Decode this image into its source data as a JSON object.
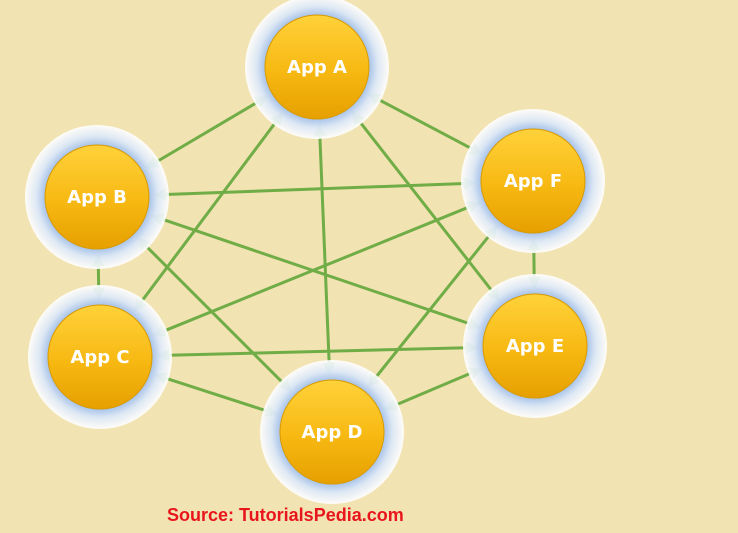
{
  "diagram": {
    "nodes": [
      {
        "id": "A",
        "label": "App A"
      },
      {
        "id": "B",
        "label": "App B"
      },
      {
        "id": "C",
        "label": "App C"
      },
      {
        "id": "D",
        "label": "App D"
      },
      {
        "id": "E",
        "label": "App E"
      },
      {
        "id": "F",
        "label": "App F"
      }
    ],
    "edges": [
      {
        "from": "A",
        "to": "B",
        "direction": "both"
      },
      {
        "from": "A",
        "to": "F",
        "direction": "both"
      },
      {
        "from": "A",
        "to": "C",
        "direction": "both"
      },
      {
        "from": "A",
        "to": "D",
        "direction": "both"
      },
      {
        "from": "A",
        "to": "E",
        "direction": "both"
      },
      {
        "from": "B",
        "to": "F",
        "direction": "both"
      },
      {
        "from": "B",
        "to": "C",
        "direction": "both"
      },
      {
        "from": "B",
        "to": "E",
        "direction": "both"
      },
      {
        "from": "B",
        "to": "D",
        "direction": "both"
      },
      {
        "from": "C",
        "to": "F",
        "direction": "both"
      },
      {
        "from": "C",
        "to": "E",
        "direction": "both"
      },
      {
        "from": "C",
        "to": "D",
        "direction": "both"
      },
      {
        "from": "D",
        "to": "F",
        "direction": "both"
      },
      {
        "from": "D",
        "to": "E",
        "direction": "both"
      },
      {
        "from": "E",
        "to": "F",
        "direction": "both"
      }
    ],
    "colors": {
      "background": "#f2e3b2",
      "arrow": "#70ad47",
      "node_fill_top": "#ffcb2b",
      "node_fill_bottom": "#e8a400",
      "node_glow": "#5b8fd6",
      "label": "#ffffff",
      "source_text": "#e8161c"
    }
  },
  "footer": {
    "source": "Source: TutorialsPedia.com"
  }
}
